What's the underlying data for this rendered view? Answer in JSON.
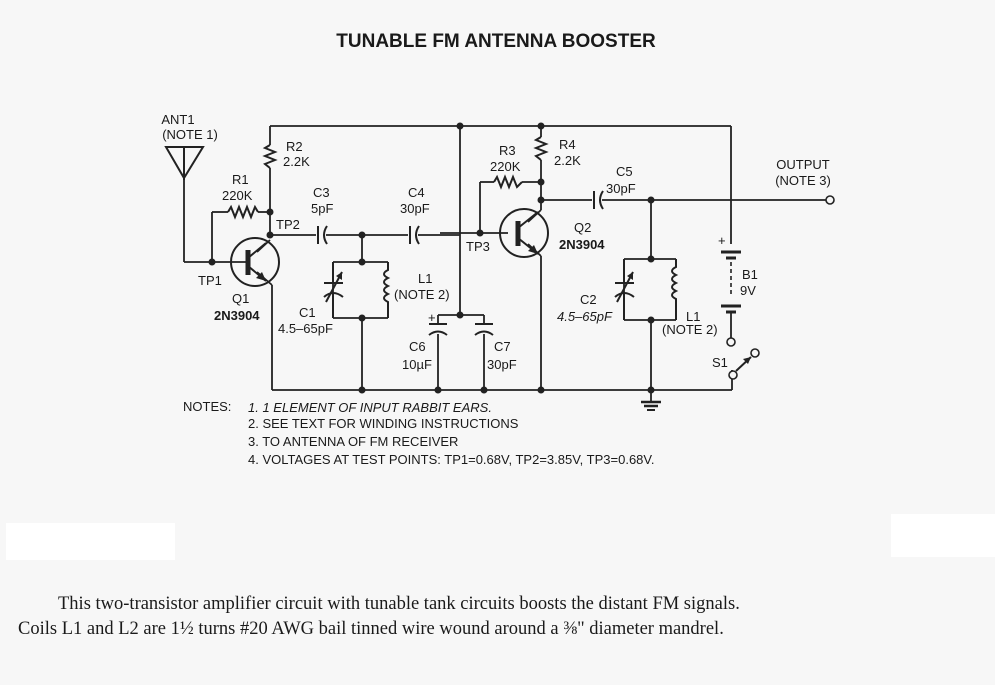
{
  "title": "TUNABLE FM ANTENNA BOOSTER",
  "components": {
    "ant1": {
      "ref": "ANT1",
      "note": "(NOTE 1)"
    },
    "r1": {
      "ref": "R1",
      "value": "220K"
    },
    "r2": {
      "ref": "R2",
      "value": "2.2K"
    },
    "r3": {
      "ref": "R3",
      "value": "220K"
    },
    "r4": {
      "ref": "R4",
      "value": "2.2K"
    },
    "c1": {
      "ref": "C1",
      "value": "4.5–65pF"
    },
    "c2": {
      "ref": "C2",
      "value": "4.5–65pF"
    },
    "c3": {
      "ref": "C3",
      "value": "5pF"
    },
    "c4": {
      "ref": "C4",
      "value": "30pF"
    },
    "c5": {
      "ref": "C5",
      "value": "30pF"
    },
    "c6": {
      "ref": "C6",
      "value": "10µF"
    },
    "c7": {
      "ref": "C7",
      "value": "30pF"
    },
    "l1a": {
      "ref": "L1",
      "note": "(NOTE 2)"
    },
    "l1b": {
      "ref": "L1",
      "note": "(NOTE 2)"
    },
    "q1": {
      "ref": "Q1",
      "part": "2N3904"
    },
    "q2": {
      "ref": "Q2",
      "part": "2N3904"
    },
    "b1": {
      "ref": "B1",
      "value": "9V",
      "plus": "+"
    },
    "c6_plus": "+",
    "s1": {
      "ref": "S1"
    },
    "tp1": "TP1",
    "tp2": "TP2",
    "tp3": "TP3",
    "output": {
      "label": "OUTPUT",
      "note": "(NOTE 3)"
    }
  },
  "notes": {
    "header": "NOTES:",
    "items": [
      "1. 1 ELEMENT OF INPUT RABBIT EARS.",
      "2. SEE TEXT FOR WINDING  INSTRUCTIONS",
      "3. TO ANTENNA OF FM RECEIVER",
      "4. VOLTAGES AT TEST POINTS: TP1=0.68V, TP2=3.85V, TP3=0.68V."
    ]
  },
  "caption": {
    "line1": "This two-transistor amplifier circuit with tunable tank circuits boosts the distant FM signals.",
    "line2": "Coils L1 and L2 are 1½ turns #20 AWG bail tinned wire wound around a ⅜\" diameter mandrel."
  }
}
